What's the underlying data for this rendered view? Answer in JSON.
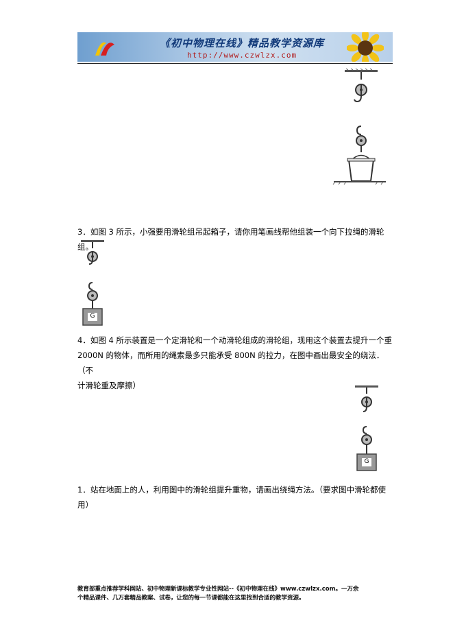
{
  "banner": {
    "title": "《初中物理在线》精品教学资源库",
    "url": "http://www.czwlzx.com"
  },
  "questions": {
    "q3": "3．如图 3 所示，小强要用滑轮组吊起箱子，请你用笔画线帮他组装一个向下拉绳的滑轮组。",
    "q4_line1": "4．如图 4 所示装置是一个定滑轮和一个动滑轮组成的滑轮组，现用这个装置去提升一个重",
    "q4_line2": "2000N 的物体，而所用的绳索最多只能承受 800N 的拉力，在图中画出最安全的绕法．（不",
    "q4_line3": "计滑轮重及摩擦）",
    "q1_line1": "1．站在地面上的人，利用图中的滑轮组提升重物，请画出绕绳方法。（要求图中滑轮都使",
    "q1_line2": "用）"
  },
  "figure_labels": {
    "weight_fig3": "G",
    "weight_fig4": "G"
  },
  "footer": {
    "line1": "教育部重点推荐学科网站、初中物理新课标教学专业性网站--《初中物理在线》www.czwlzx.com。一万余",
    "line2": "个精品课件、几万套精品教案、试卷，让您的每一节课都能在这里找到合适的教学资源。"
  }
}
